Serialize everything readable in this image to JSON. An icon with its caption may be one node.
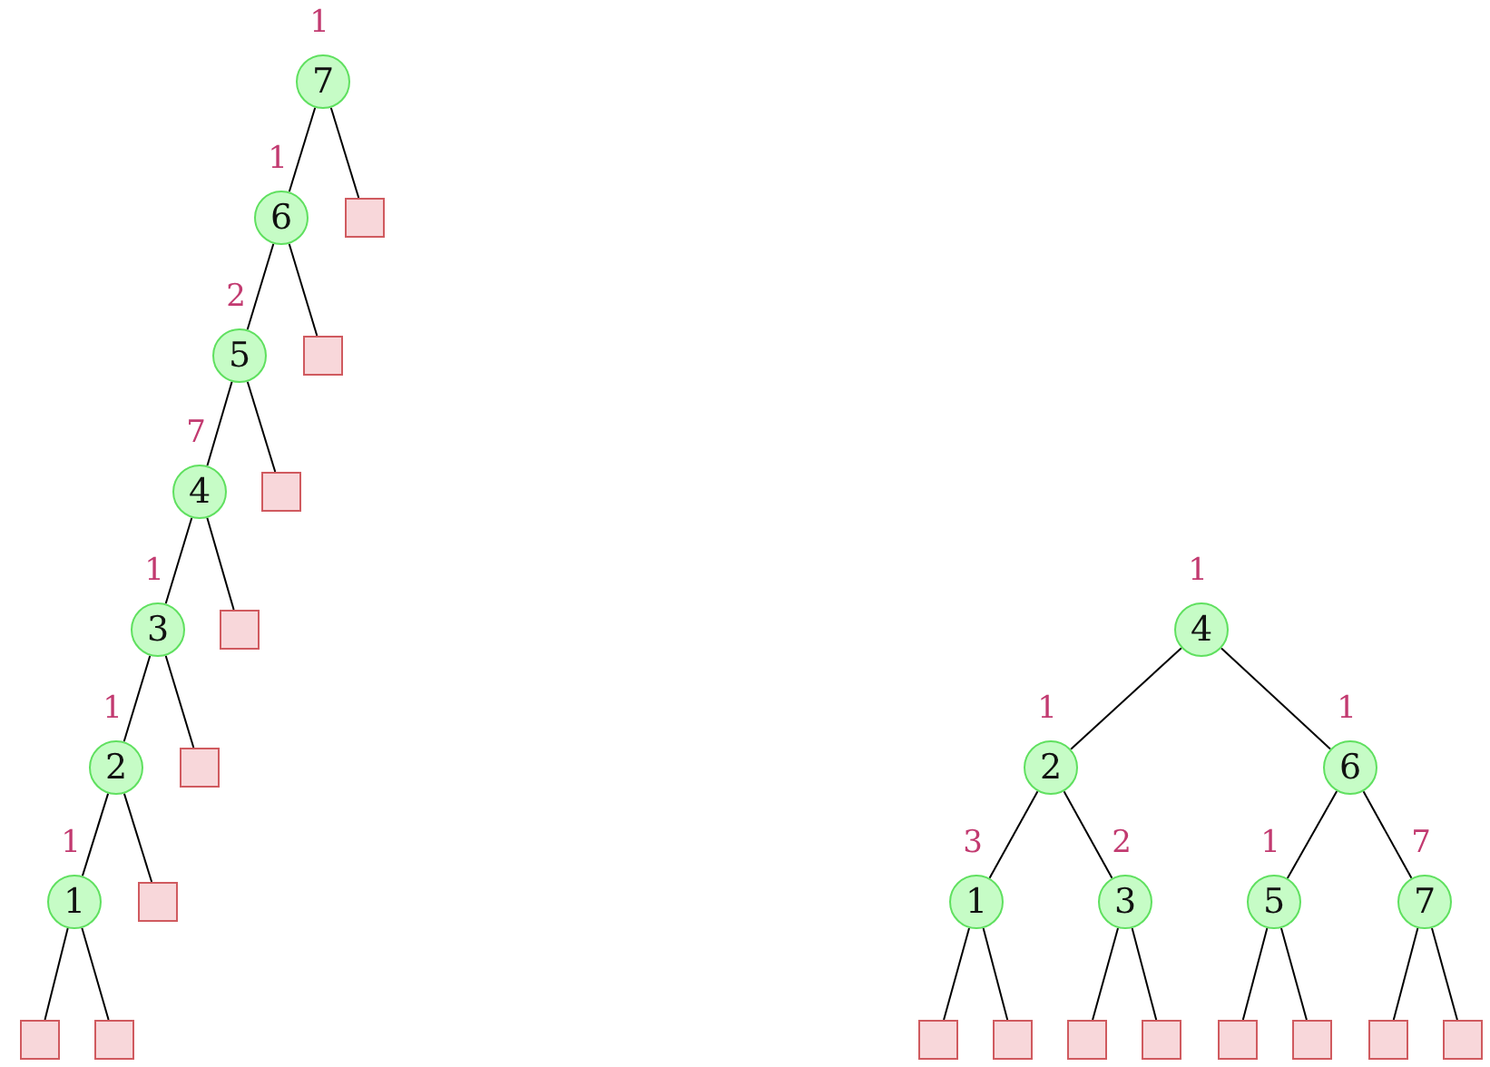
{
  "diagram": {
    "nodes": [
      {
        "text": [
          "7"
        ],
        "beside": [
          "1"
        ]
      },
      {
        "text": [
          "6"
        ],
        "beside": [
          "1"
        ]
      },
      {
        "text": [
          "5"
        ],
        "beside": [
          "2"
        ]
      },
      {
        "text": [
          "4"
        ],
        "beside": [
          "7"
        ]
      },
      {
        "text": [
          "3"
        ],
        "beside": [
          "1"
        ]
      },
      {
        "text": [
          "2"
        ],
        "beside": [
          "1"
        ]
      },
      {
        "text": [
          "1"
        ],
        "beside": [
          "1"
        ]
      },
      {
        "text": [],
        "shape": "box"
      },
      {
        "text": [],
        "shape": "box"
      },
      {
        "text": [],
        "shape": "box"
      },
      {
        "text": [],
        "shape": "box"
      },
      {
        "text": [],
        "shape": "box"
      },
      {
        "text": [],
        "shape": "box"
      },
      {
        "text": [],
        "shape": "box"
      },
      {
        "text": [],
        "shape": "box"
      },
      {
        "text": [
          "4"
        ],
        "beside": [
          "1"
        ]
      },
      {
        "text": [
          "2"
        ],
        "beside": [
          "1"
        ]
      },
      {
        "text": [
          "6"
        ],
        "beside": [
          "1"
        ]
      },
      {
        "text": [
          "1"
        ],
        "beside": [
          "3"
        ]
      },
      {
        "text": [
          "3"
        ],
        "beside": [
          "2"
        ]
      },
      {
        "text": [
          "5"
        ],
        "beside": [
          "1"
        ]
      },
      {
        "text": [
          "7"
        ],
        "beside": [
          "7"
        ]
      },
      {
        "text": [],
        "shape": "box"
      },
      {
        "text": [],
        "shape": "box"
      },
      {
        "text": [],
        "shape": "box"
      },
      {
        "text": [],
        "shape": "box"
      },
      {
        "text": [],
        "shape": "box"
      },
      {
        "text": [],
        "shape": "box"
      },
      {
        "text": [],
        "shape": "box"
      },
      {
        "text": [],
        "shape": "box"
      }
    ],
    "edges": [
      {
        "from": 0,
        "to": 1,
        "arrow": "none"
      },
      {
        "from": 0,
        "to": 7,
        "arrow": "none"
      },
      {
        "from": 1,
        "to": 2,
        "arrow": "none"
      },
      {
        "from": 1,
        "to": 8,
        "arrow": "none"
      },
      {
        "from": 2,
        "to": 3,
        "arrow": "none"
      },
      {
        "from": 2,
        "to": 9,
        "arrow": "none"
      },
      {
        "from": 3,
        "to": 4,
        "arrow": "none"
      },
      {
        "from": 3,
        "to": 10,
        "arrow": "none"
      },
      {
        "from": 4,
        "to": 5,
        "arrow": "none"
      },
      {
        "from": 4,
        "to": 11,
        "arrow": "none"
      },
      {
        "from": 5,
        "to": 6,
        "arrow": "none"
      },
      {
        "from": 5,
        "to": 12,
        "arrow": "none"
      },
      {
        "from": 6,
        "to": 13,
        "arrow": "none"
      },
      {
        "from": 6,
        "to": 14,
        "arrow": "none"
      },
      {
        "from": 15,
        "to": 16,
        "arrow": "none"
      },
      {
        "from": 15,
        "to": 17,
        "arrow": "none"
      },
      {
        "from": 16,
        "to": 18,
        "arrow": "none"
      },
      {
        "from": 16,
        "to": 19,
        "arrow": "none"
      },
      {
        "from": 17,
        "to": 20,
        "arrow": "none"
      },
      {
        "from": 17,
        "to": 21,
        "arrow": "none"
      },
      {
        "from": 18,
        "to": 22,
        "arrow": "none"
      },
      {
        "from": 18,
        "to": 23,
        "arrow": "none"
      },
      {
        "from": 19,
        "to": 24,
        "arrow": "none"
      },
      {
        "from": 19,
        "to": 25,
        "arrow": "none"
      },
      {
        "from": 20,
        "to": 26,
        "arrow": "none"
      },
      {
        "from": 20,
        "to": 27,
        "arrow": "none"
      },
      {
        "from": 21,
        "to": 28,
        "arrow": "none"
      },
      {
        "from": 21,
        "to": 29,
        "arrow": "none"
      }
    ]
  }
}
